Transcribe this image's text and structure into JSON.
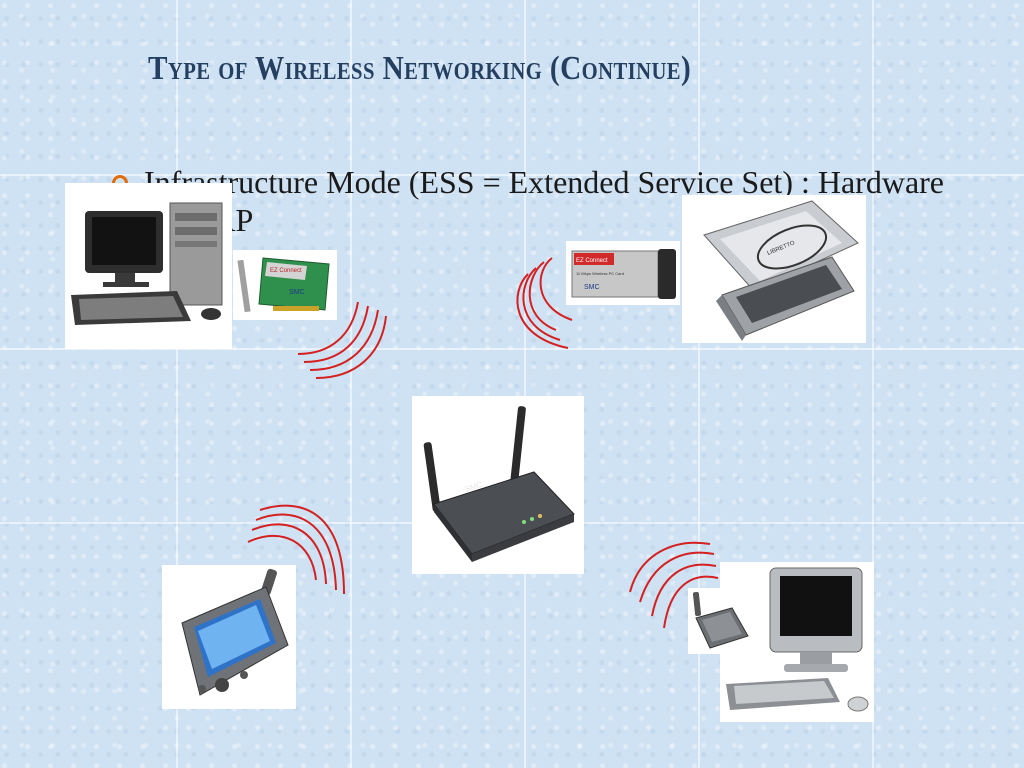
{
  "slide": {
    "title": "Type of Wireless Networking (Continue)",
    "bullets": [
      "Infrastructure Mode (ESS = Extended Service Set) : Hardware Base AP"
    ]
  },
  "device_labels": {
    "pci_card": "EZ Connect",
    "pci_brand": "SMC",
    "pc_card": "EZ Connect",
    "pc_card_sub": "11 Mbps Wireless PC Card",
    "pc_card_brand": "SMC",
    "ap_brand": "SMC",
    "laptop_brand": "LIBRETTO"
  },
  "colors": {
    "title": "#243f60",
    "bullet": "#e36c0a",
    "waves": "#d42020",
    "background": "#cfe2f3"
  },
  "icons": [
    "desktop-computer-icon",
    "pci-wireless-card-icon",
    "pc-card-adapter-icon",
    "laptop-icon",
    "access-point-icon",
    "pocket-pc-icon",
    "usb-wireless-adapter-icon",
    "crt-desktop-icon",
    "wireless-signal-icon"
  ]
}
